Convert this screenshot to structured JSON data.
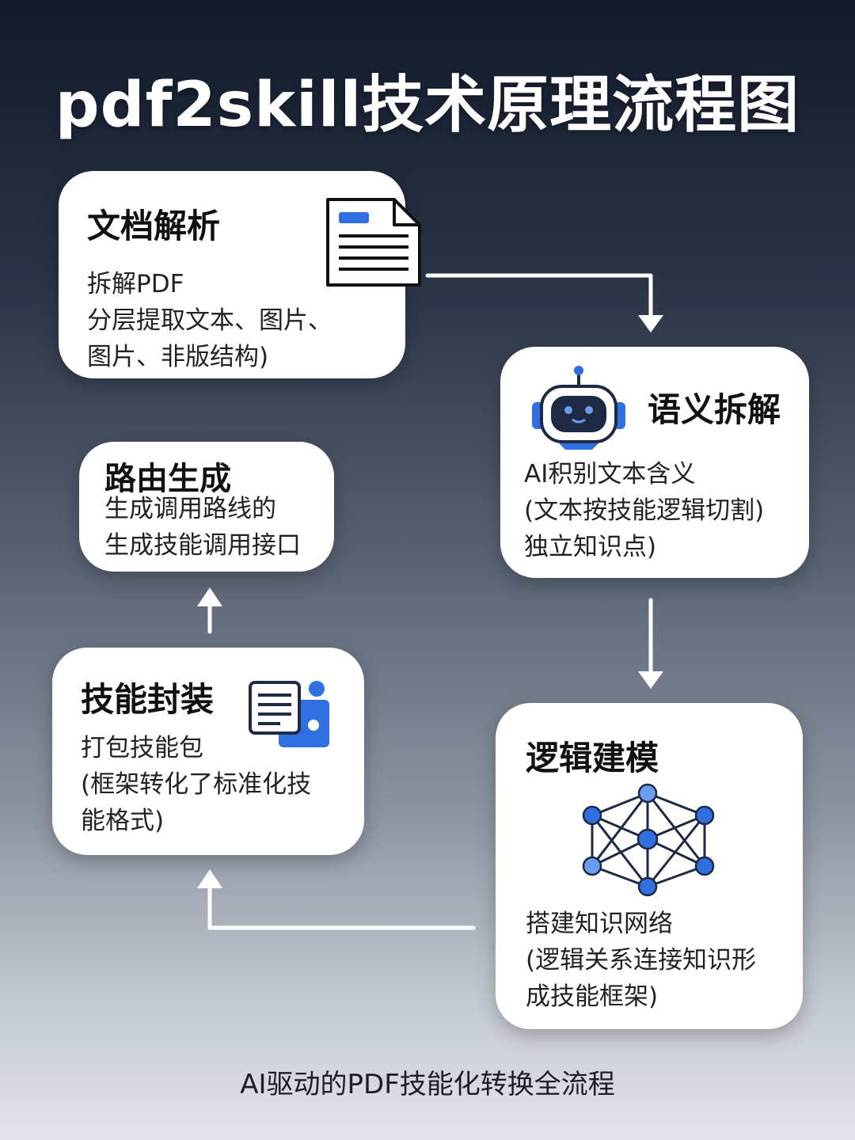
{
  "title": "pdf2skill技术原理流程图",
  "subtitle": "AI驱动的PDF技能化转换全流程",
  "steps": {
    "parse": {
      "title": "文档解析",
      "lines": [
        "拆解PDF",
        "分层提取文本、图片、",
        "图片、非版结构)"
      ],
      "icon": "document-icon"
    },
    "semantic": {
      "title": "语义拆解",
      "lines": [
        "AI积别文本含义",
        "(文本按技能逻辑切割)",
        "独立知识点)"
      ],
      "icon": "robot-icon"
    },
    "model": {
      "title": "逻辑建模",
      "lines": [
        "搭建知识网络",
        "(逻辑关系连接知识形",
        "成技能框架)"
      ],
      "icon": "network-graph-icon"
    },
    "package": {
      "title": "技能封装",
      "lines": [
        "打包技能包",
        "(框架转化了标准化技",
        "能格式)"
      ],
      "icon": "package-icon"
    },
    "route": {
      "title": "路由生成",
      "lines": [
        "生成调用路线的",
        "生成技能调用接口"
      ]
    }
  },
  "colors": {
    "accent": "#2f6fe0",
    "accent_light": "#6a9df0",
    "card": "#ffffff",
    "arrow": "#ffffff"
  }
}
